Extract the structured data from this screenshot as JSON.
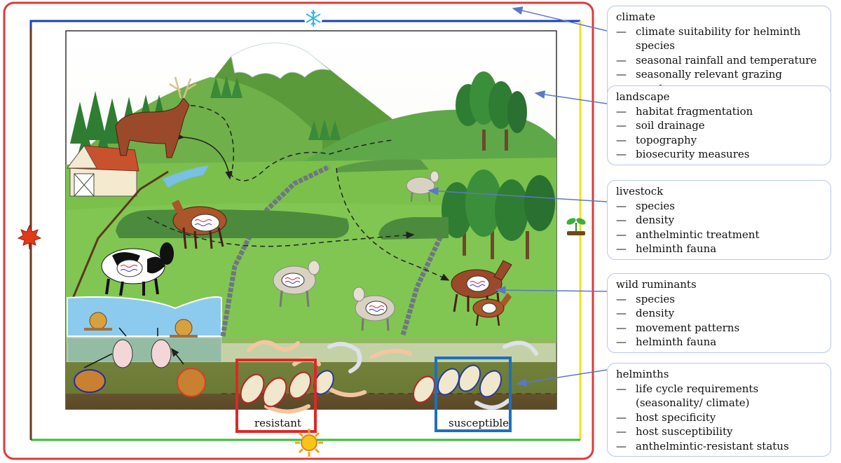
{
  "icons": {
    "top": "snowflake-icon",
    "left": "maple-leaf-icon",
    "right": "seedling-icon",
    "bottom": "sun-icon"
  },
  "colors": {
    "outer_frame": "#e03a3a",
    "top_season": "#1a3fc0",
    "right_season": "#f2e21a",
    "bottom_season": "#2fc12f",
    "left_season": "#6b3a1f",
    "resistant": "#e32525",
    "susceptible": "#1d6fbf",
    "arrow": "#5b78c8",
    "box_border": "#b9c6e6"
  },
  "labels": {
    "resistant": "resistant",
    "susceptible": "susceptible"
  },
  "boxes": [
    {
      "id": "climate",
      "title": "climate",
      "items": [
        "climate suitability for helminth species",
        "seasonal rainfall and temperature",
        "seasonally relevant grazing overlap"
      ]
    },
    {
      "id": "landscape",
      "title": "landscape",
      "items": [
        "habitat fragmentation",
        "soil drainage",
        "topography",
        "biosecurity measures"
      ]
    },
    {
      "id": "livestock",
      "title": "livestock",
      "items": [
        "species",
        "density",
        "anthelmintic treatment",
        "helminth fauna"
      ]
    },
    {
      "id": "wild-ruminants",
      "title": "wild ruminants",
      "items": [
        "species",
        "density",
        "movement patterns",
        "helminth fauna"
      ]
    },
    {
      "id": "helminths",
      "title": "helminths",
      "items": [
        "life cycle requirements (seasonality/ climate)",
        "host specificity",
        "host susceptibility",
        "anthelmintic-resistant status"
      ]
    }
  ],
  "dash": "—"
}
